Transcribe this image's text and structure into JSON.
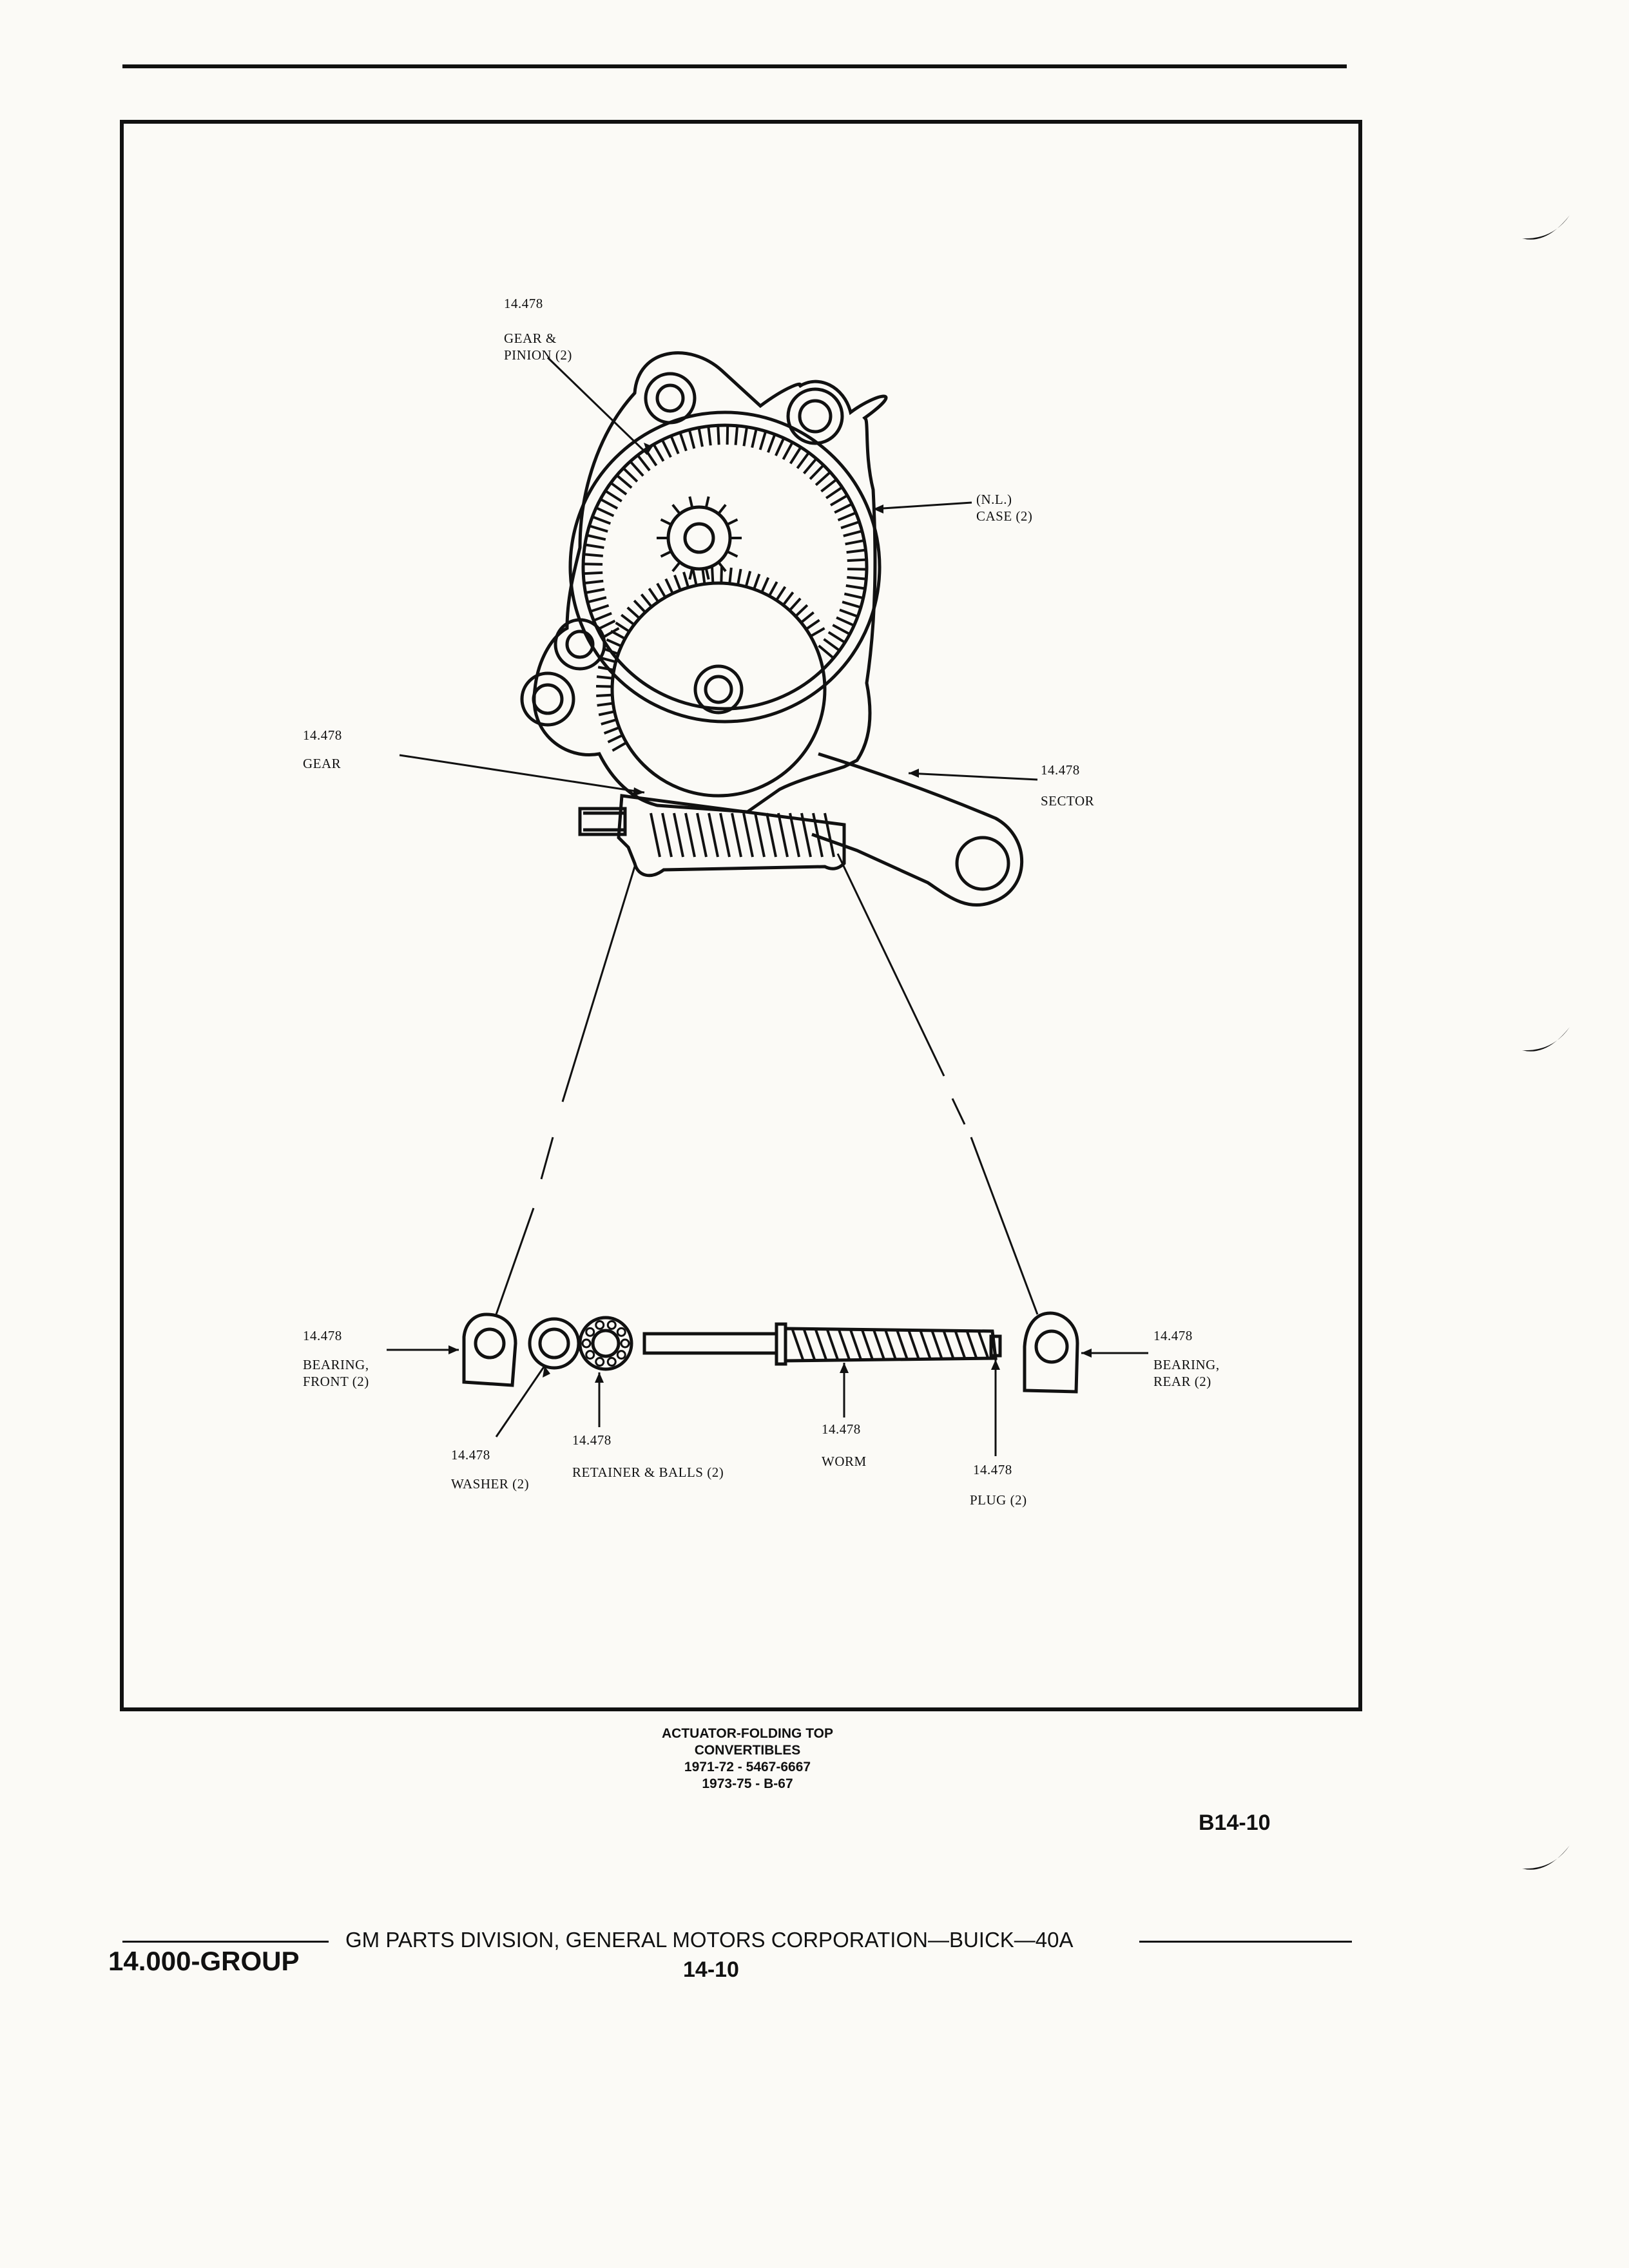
{
  "labels": {
    "gear_pinion_num": "14.478",
    "gear_pinion_name": "GEAR &\nPINION (2)",
    "case_name": "(N.L.)\nCASE (2)",
    "gear_num": "14.478",
    "gear_name": "GEAR",
    "sector_num": "14.478",
    "sector_name": "SECTOR",
    "bearing_front_num": "14.478",
    "bearing_front_name": "BEARING,\nFRONT (2)",
    "washer_num": "14.478",
    "washer_name": "WASHER (2)",
    "retainer_num": "14.478",
    "retainer_name": "RETAINER & BALLS (2)",
    "worm_num": "14.478",
    "worm_name": "WORM",
    "plug_num": "14.478",
    "plug_name": "PLUG (2)",
    "bearing_rear_num": "14.478",
    "bearing_rear_name": "BEARING,\nREAR (2)"
  },
  "caption": {
    "line1": "ACTUATOR-FOLDING TOP",
    "line2": "CONVERTIBLES",
    "line3": "1971-72 - 5467-6667",
    "line4": "1973-75 - B-67"
  },
  "figure_number": "B14-10",
  "footer": {
    "corp_text": "GM PARTS DIVISION, GENERAL MOTORS CORPORATION—BUICK—40A",
    "group": "14.000-GROUP",
    "page": "14-10"
  }
}
